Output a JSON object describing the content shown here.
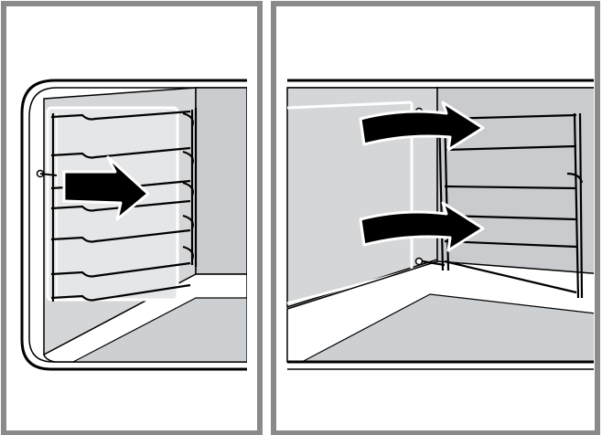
{
  "figure": {
    "description_hidden": "",
    "panels": [
      {
        "id": "step-1",
        "arrows": 1,
        "arrow_direction": "right"
      },
      {
        "id": "step-2",
        "arrows": 2,
        "arrow_direction": "curved-right"
      }
    ],
    "colors": {
      "frame": "#8a8a8a",
      "oven_wall": "#d4d6d8",
      "oven_wall_dark": "#c7c9cc",
      "outline": "#000000",
      "highlight": "#ffffff",
      "floor": "#cdd0d2",
      "arrow": "#000000"
    }
  }
}
